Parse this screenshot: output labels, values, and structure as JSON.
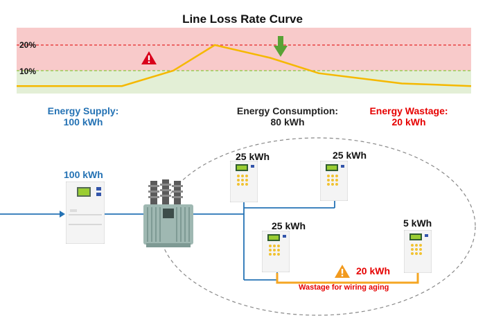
{
  "chart": {
    "title": "Line Loss Rate Curve",
    "level_high": "20%",
    "level_low": "10%"
  },
  "chart_data": {
    "type": "line",
    "title": "Line Loss Rate Curve",
    "y_unit": "%",
    "ylim": [
      0,
      33
    ],
    "thresholds": [
      20,
      10
    ],
    "threshold_colors": [
      "#e32727",
      "#8cc63f"
    ],
    "series": [
      {
        "values": [
          4,
          4,
          4,
          10,
          20,
          15,
          9,
          5,
          4.5,
          4
        ]
      }
    ],
    "line_color": "#f5b800",
    "zone_colors": {
      "above_10": "#f8caca",
      "below_10": "#e3efd6"
    }
  },
  "summary": {
    "supply_label": "Energy Supply:",
    "supply_value": "100 kWh",
    "consumption_label": "Energy Consumption:",
    "consumption_value": "80 kWh",
    "wastage_label": "Energy Wastage:",
    "wastage_value": "20 kWh"
  },
  "diagram": {
    "main_meter_reading": "100 kWh",
    "meter_1_reading": "25 kWh",
    "meter_2_reading": "25 kWh",
    "meter_3_reading": "25 kWh",
    "meter_4_reading": "5 kWh",
    "wastage_amount": "20 kWh",
    "wastage_note": "Wastage for wiring aging"
  },
  "colors": {
    "supply_blue": "#2472b4",
    "wastage_red": "#e60000",
    "wire_orange": "#f5a623"
  }
}
